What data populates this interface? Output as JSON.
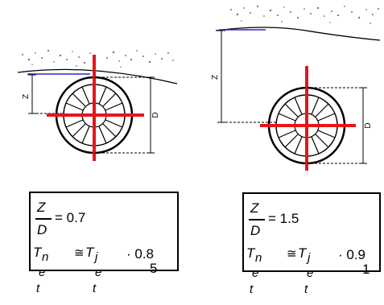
{
  "left_case": {
    "depth_label": "Z",
    "diameter_label": "D",
    "equation": {
      "ratio_numerator": "Z",
      "ratio_denominator": "D",
      "ratio_value": "= 0.7",
      "lhs_symbol": "T",
      "lhs_sub": "n",
      "approx": "≅",
      "rhs_symbol": "T",
      "rhs_sub": "j",
      "multiplier": "· 0.8",
      "multiplier_tail": "5",
      "lhs_below_1": "e",
      "lhs_below_2": "t",
      "rhs_below_1": "e",
      "rhs_below_2": "t"
    }
  },
  "right_case": {
    "depth_label": "Z",
    "diameter_label": "D",
    "equation": {
      "ratio_numerator": "Z",
      "ratio_denominator": "D",
      "ratio_value": "= 1.5",
      "lhs_symbol": "T",
      "lhs_sub": "n",
      "approx": "≅",
      "rhs_symbol": "T",
      "rhs_sub": "j",
      "multiplier": "· 0.9",
      "multiplier_tail": "1",
      "lhs_below_1": "e",
      "lhs_below_2": "t",
      "rhs_below_1": "e",
      "rhs_below_2": "t"
    }
  },
  "colors": {
    "cross": "#e8141b",
    "depth_line": "#2a2ad0",
    "ink": "#000000",
    "speckle": "#6f6f6f"
  }
}
